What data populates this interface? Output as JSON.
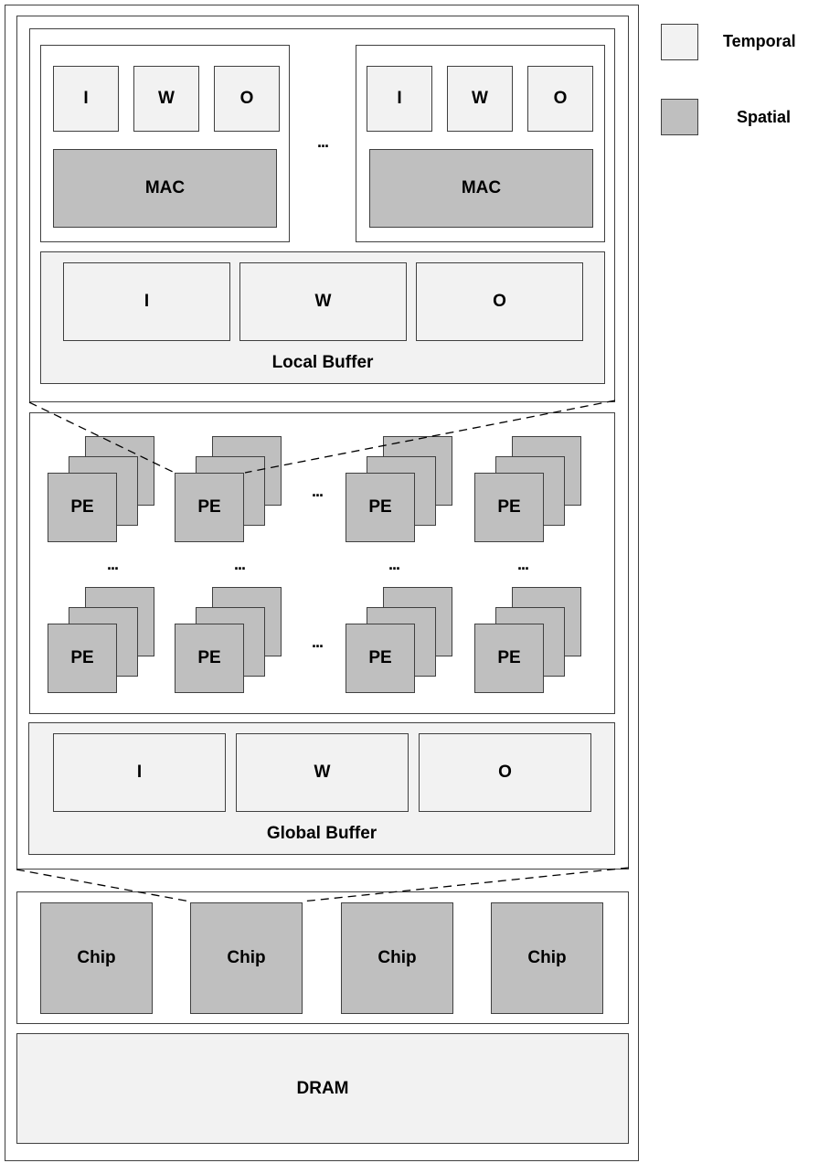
{
  "legend": [
    {
      "label": "Temporal",
      "color": "#f2f2f2"
    },
    {
      "label": "Spatial",
      "color": "#bfbfbf"
    }
  ],
  "pe_internal": {
    "left": {
      "buffers": [
        "I",
        "W",
        "O"
      ],
      "mac": "MAC"
    },
    "right": {
      "buffers": [
        "I",
        "W",
        "O"
      ],
      "mac": "MAC"
    },
    "ellipsis": "..."
  },
  "local_buffer": {
    "label": "Local Buffer",
    "slots": [
      "I",
      "W",
      "O"
    ]
  },
  "pe_array": {
    "pe_label": "PE",
    "ellipsis": "..."
  },
  "global_buffer": {
    "label": "Global Buffer",
    "slots": [
      "I",
      "W",
      "O"
    ]
  },
  "chips": [
    "Chip",
    "Chip",
    "Chip",
    "Chip"
  ],
  "dram": {
    "label": "DRAM"
  }
}
